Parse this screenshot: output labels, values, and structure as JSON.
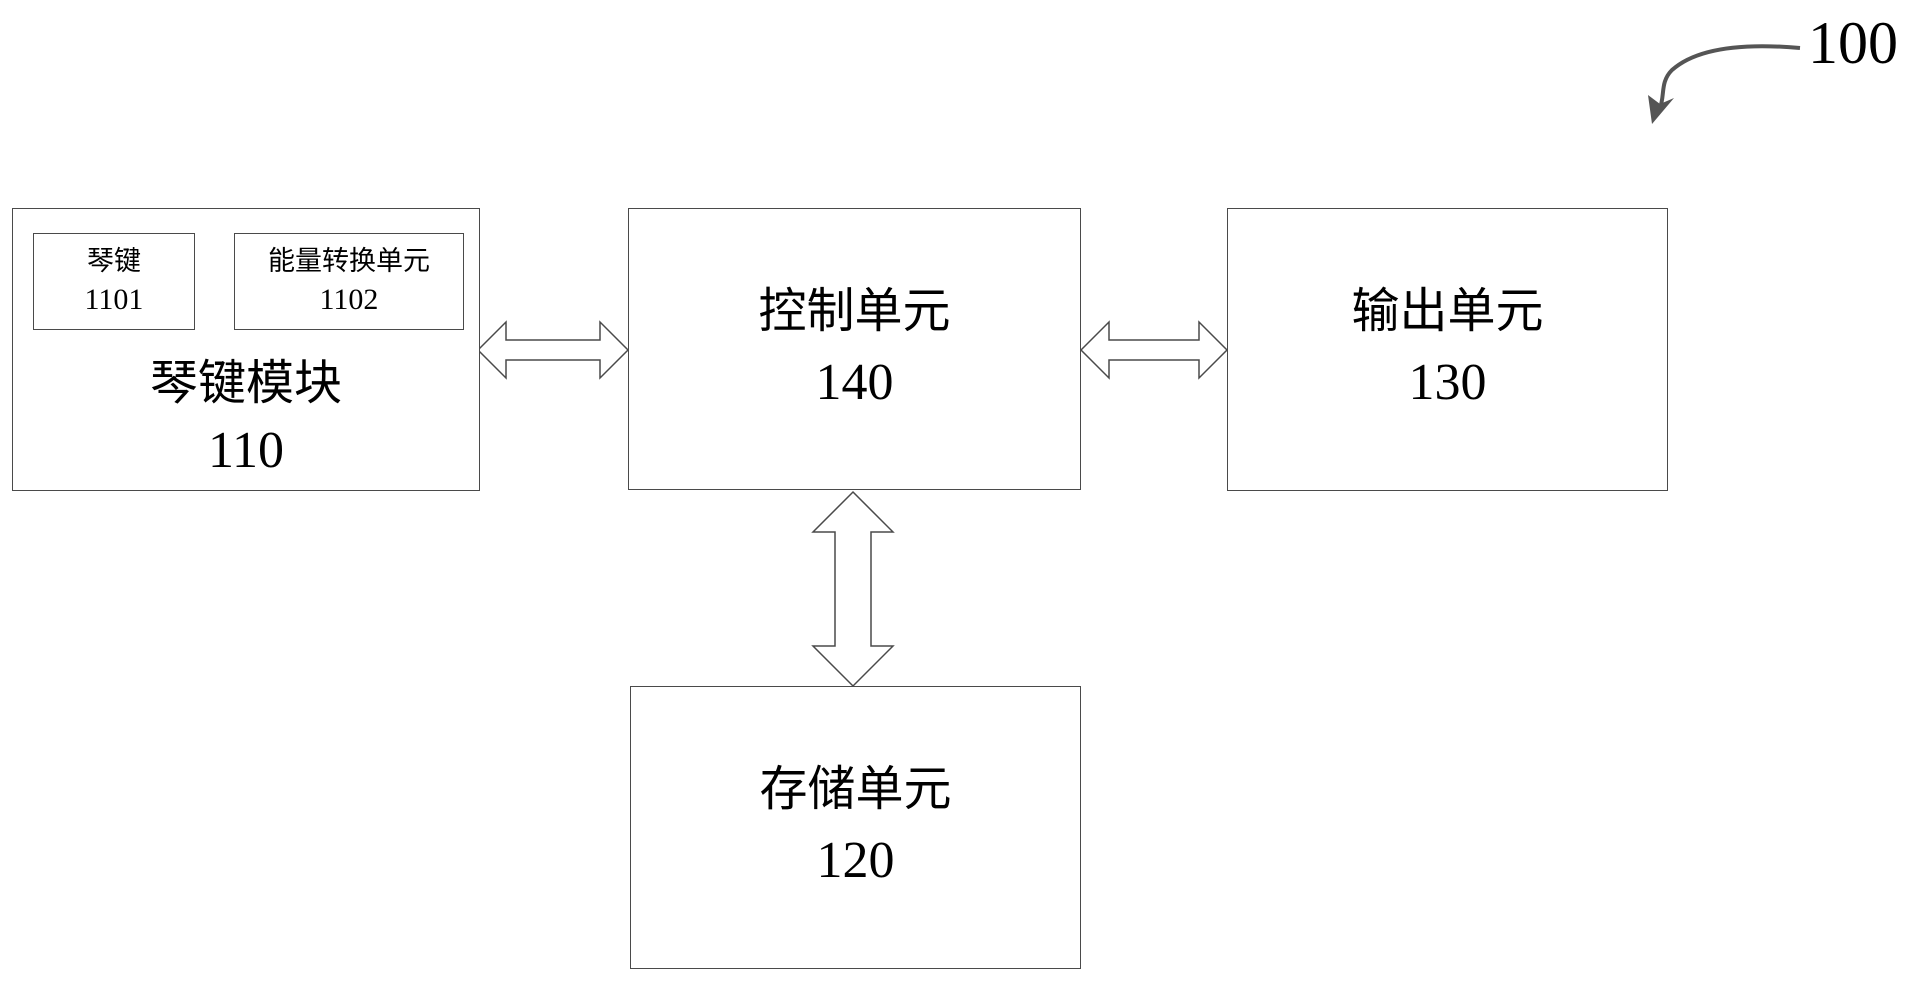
{
  "figure": {
    "reference_number": "100"
  },
  "blocks": {
    "key_module": {
      "name": "琴键模块",
      "number": "110",
      "sub_units": [
        {
          "name": "琴键",
          "number": "1101"
        },
        {
          "name": "能量转换单元",
          "number": "1102"
        }
      ]
    },
    "control_unit": {
      "name": "控制单元",
      "number": "140"
    },
    "output_unit": {
      "name": "输出单元",
      "number": "130"
    },
    "storage_unit": {
      "name": "存储单元",
      "number": "120"
    }
  },
  "connections": [
    {
      "from": "琴键模块",
      "to": "控制单元",
      "direction": "bidirectional"
    },
    {
      "from": "控制单元",
      "to": "输出单元",
      "direction": "bidirectional"
    },
    {
      "from": "控制单元",
      "to": "存储单元",
      "direction": "bidirectional"
    }
  ]
}
